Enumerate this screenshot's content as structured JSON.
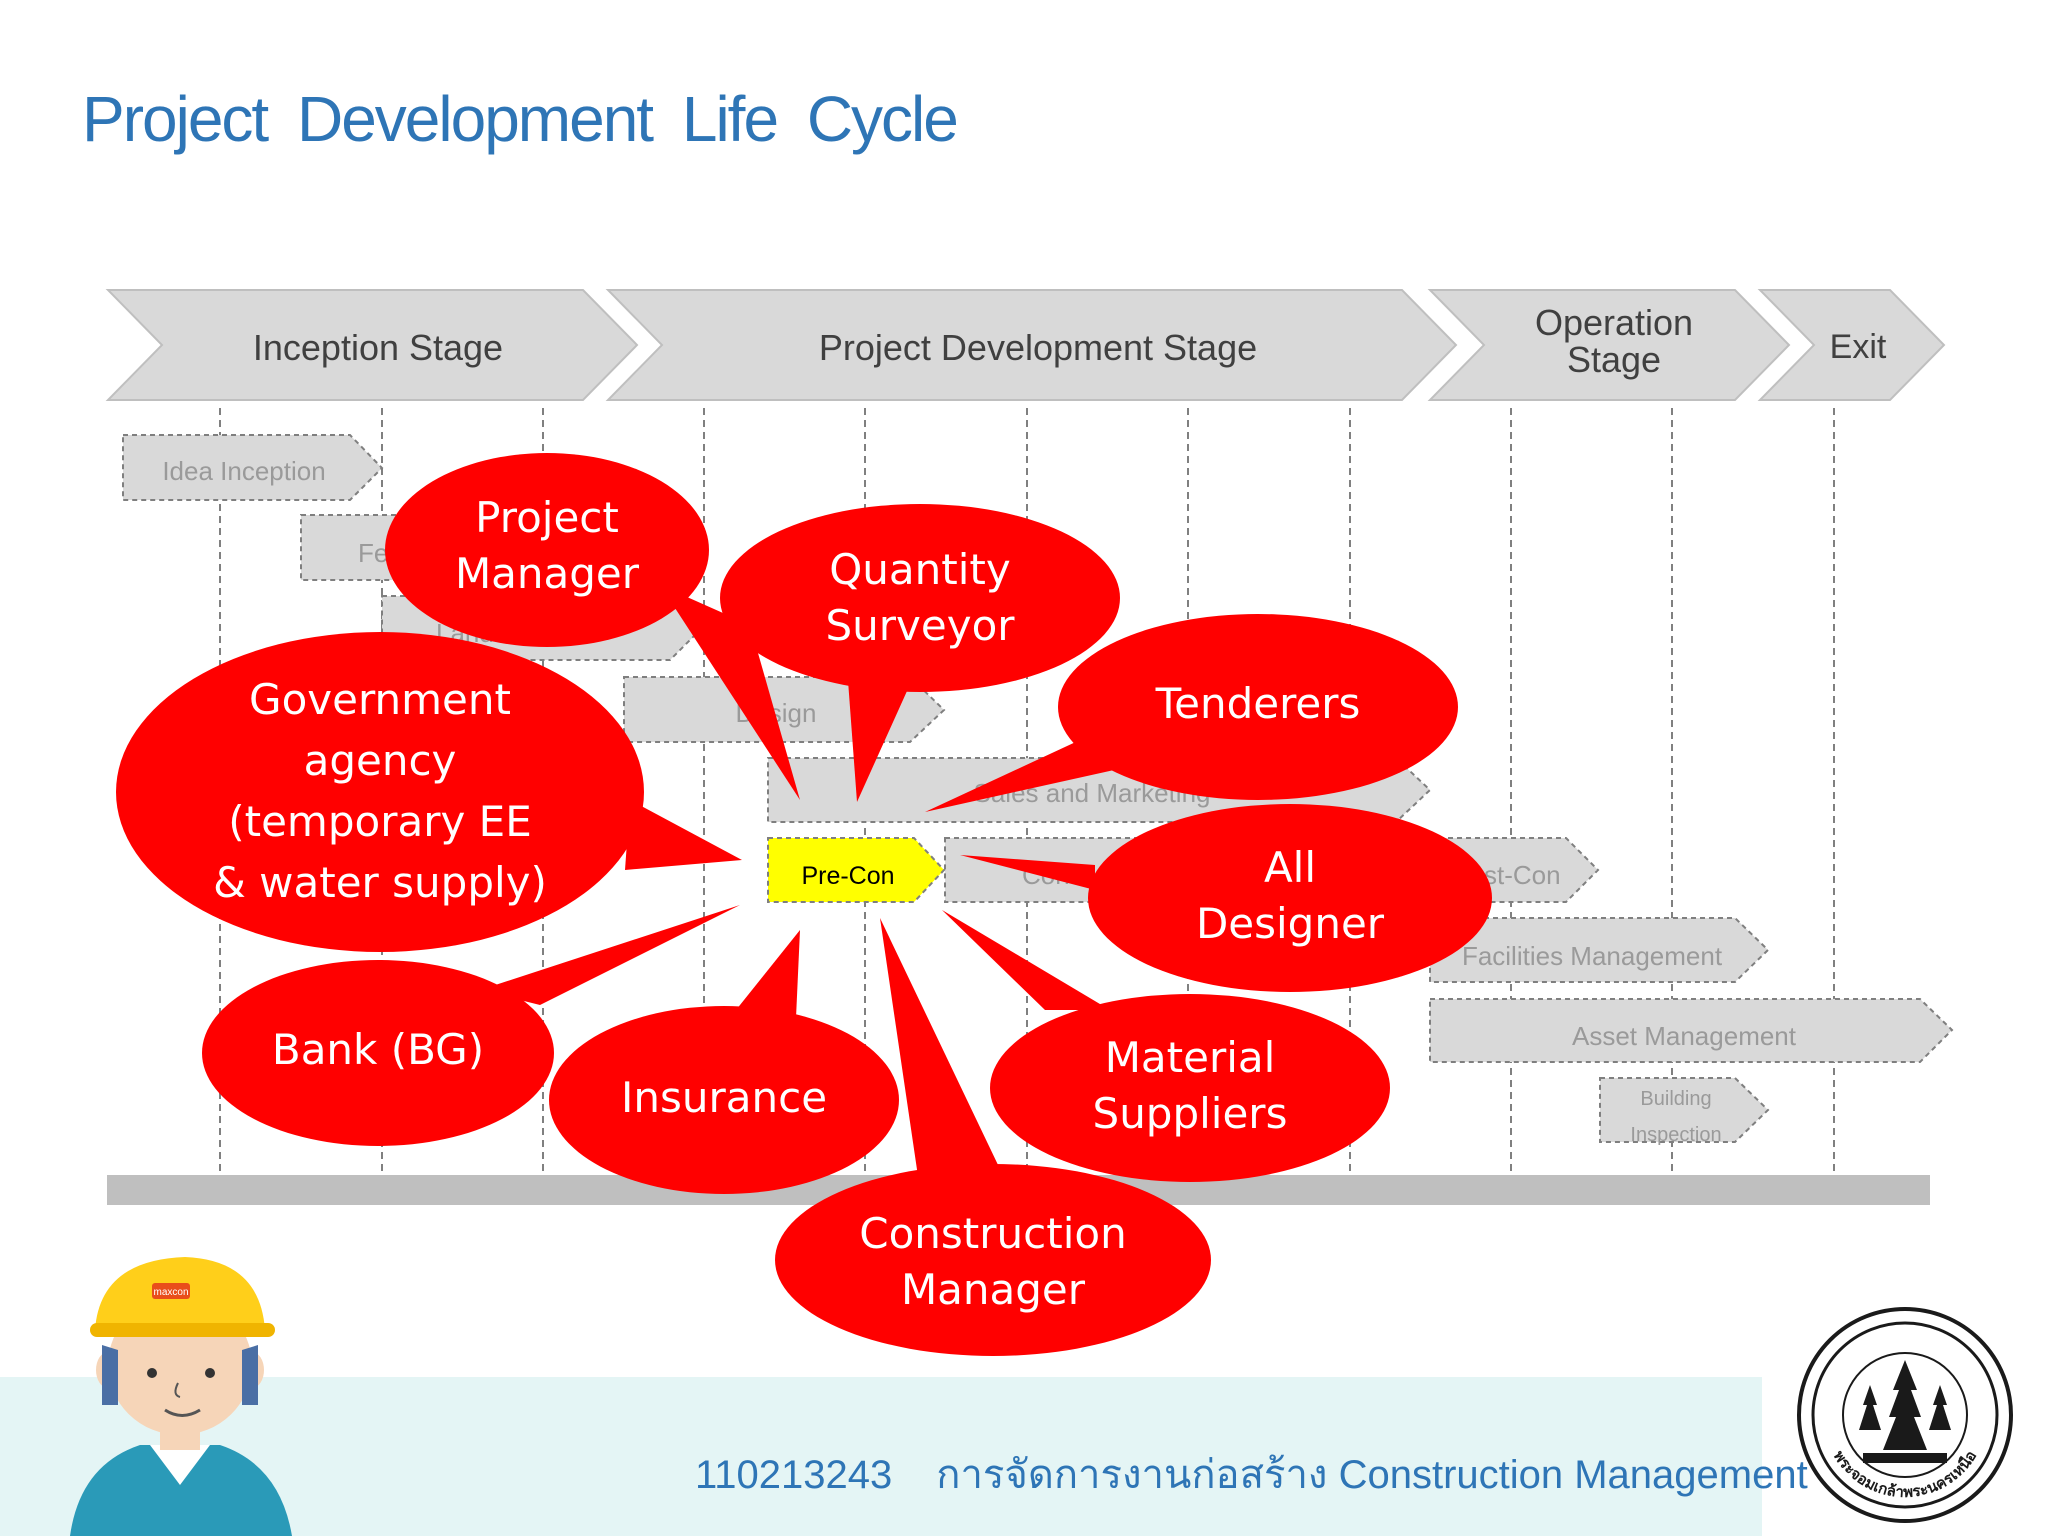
{
  "title": "Project Development Life Cycle",
  "stages": [
    {
      "label": "Inception Stage"
    },
    {
      "label": "Project Development Stage"
    },
    {
      "label_line1": "Operation",
      "label_line2": "Stage"
    },
    {
      "label": "Exit"
    }
  ],
  "activities": {
    "idea_inception": "Idea Inception",
    "feasibility": "Fe",
    "land": "Land",
    "design": "Design",
    "sales": "Sales and Marketing",
    "precon": "Pre-Con",
    "con": "Con",
    "postcon": "st-Con",
    "facilities": "Facilities Management",
    "asset": "Asset Management",
    "building_line1": "Building",
    "building_line2": "Inspection"
  },
  "stakeholders": {
    "project_manager": [
      "Project",
      "Manager"
    ],
    "quantity_surveyor": [
      "Quantity",
      "Surveyor"
    ],
    "tenderers": [
      "Tenderers"
    ],
    "government": [
      "Government",
      "agency",
      "(temporary EE",
      "& water supply)"
    ],
    "all_designer": [
      "All",
      "Designer"
    ],
    "bank": [
      "Bank (BG)"
    ],
    "insurance": [
      "Insurance"
    ],
    "material_suppliers": [
      "Material",
      "Suppliers"
    ],
    "construction_manager": [
      "Construction",
      "Manager"
    ]
  },
  "colors": {
    "title": "#2e75b6",
    "bubble": "#ff0000",
    "precon": "#ffff00",
    "stage_fill": "#d9d9d9",
    "footer_band": "#e4f5f5"
  },
  "footer": {
    "course_code": "110213243",
    "course_name": "การจัดการงานก่อสร้าง Construction Management"
  },
  "logo": {
    "icon": "university-seal-icon",
    "text": "พระจอมเกล้าพระนครเหนือ"
  },
  "mascot": {
    "icon": "engineer-mascot-icon",
    "helmet_text": "maxcon"
  }
}
